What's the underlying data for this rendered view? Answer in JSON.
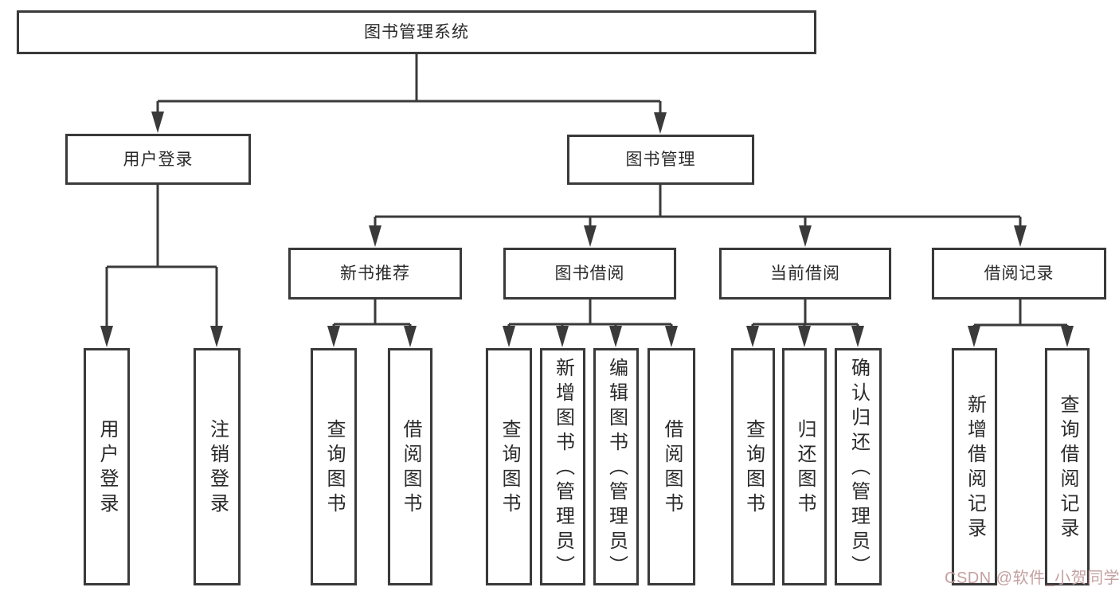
{
  "colors": {
    "bg": "#ffffff",
    "line": "#3a3a3a",
    "text": "#2a2a2a",
    "watermark": "#c4a0a0"
  },
  "watermark": {
    "text": "CSDN @软件_小贺同学"
  },
  "tree": {
    "root": {
      "label": "图书管理系统",
      "children": [
        {
          "label": "用户登录",
          "children": [
            {
              "label": "用户登录"
            },
            {
              "label": "注销登录"
            }
          ]
        },
        {
          "label": "图书管理",
          "children": [
            {
              "label": "新书推荐",
              "children": [
                {
                  "label": "查询图书"
                },
                {
                  "label": "借阅图书"
                }
              ]
            },
            {
              "label": "图书借阅",
              "children": [
                {
                  "label": "查询图书"
                },
                {
                  "label": "新增图书（管理员）"
                },
                {
                  "label": "编辑图书（管理员）"
                },
                {
                  "label": "借阅图书"
                }
              ]
            },
            {
              "label": "当前借阅",
              "children": [
                {
                  "label": "查询图书"
                },
                {
                  "label": "归还图书"
                },
                {
                  "label": "确认归还（管理员）"
                }
              ]
            },
            {
              "label": "借阅记录",
              "children": [
                {
                  "label": "新增借阅记录"
                },
                {
                  "label": "查询借阅记录"
                }
              ]
            }
          ]
        }
      ]
    }
  }
}
